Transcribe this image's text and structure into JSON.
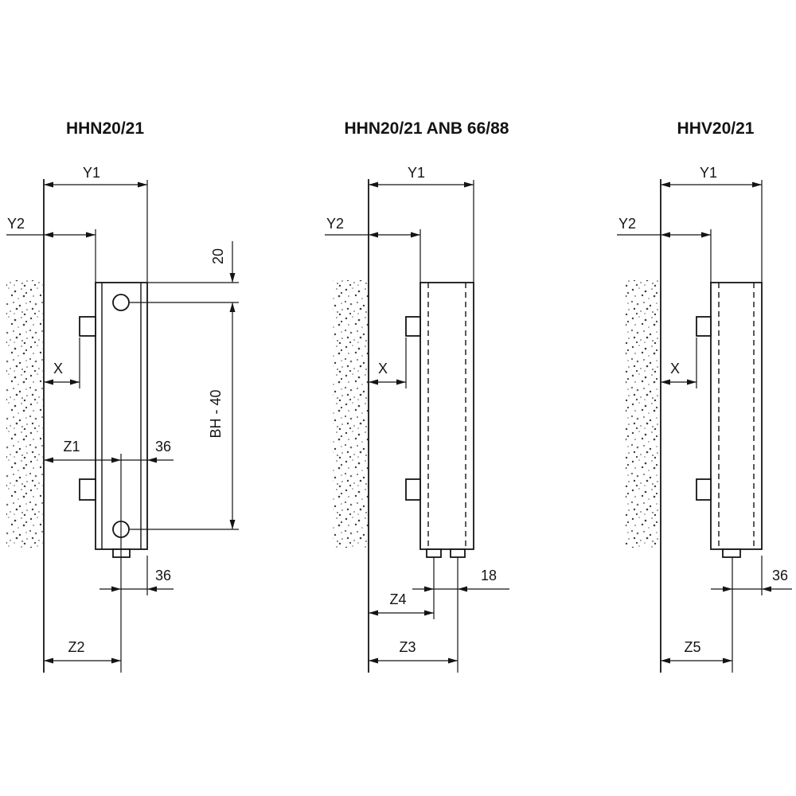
{
  "drawing": {
    "description": "Radiator side-view mounting dimension drawing, three variants",
    "colors": {
      "line": "#141414",
      "background": "#ffffff",
      "stipple": "#3d3d3d"
    }
  },
  "diagrams": [
    {
      "title": "HHN20/21",
      "labels": {
        "y1": "Y1",
        "y2": "Y2",
        "x": "X",
        "top_offset": "20",
        "height": "BH - 40",
        "z1": "Z1",
        "t36_upper": "36",
        "t36_lower": "36",
        "z2": "Z2"
      }
    },
    {
      "title": "HHN20/21 ANB 66/88",
      "labels": {
        "y1": "Y1",
        "y2": "Y2",
        "x": "X",
        "spacing": "18",
        "z4": "Z4",
        "z3": "Z3"
      }
    },
    {
      "title": "HHV20/21",
      "labels": {
        "y1": "Y1",
        "y2": "Y2",
        "x": "X",
        "t36": "36",
        "z5": "Z5"
      }
    }
  ]
}
